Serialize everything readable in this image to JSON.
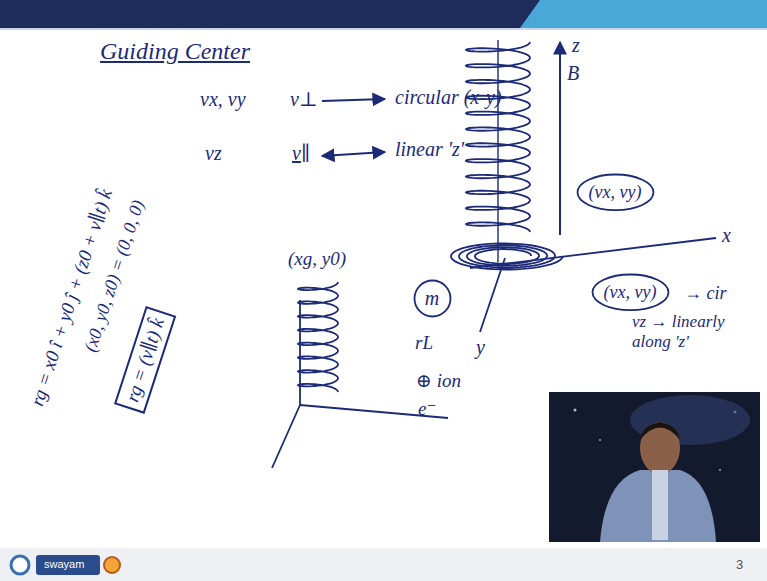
{
  "diagram": {
    "title": "Guiding Center",
    "nodes": [
      {
        "text": [
          "rg = (v∥t) k̂"
        ]
      },
      {
        "text": [
          "m"
        ]
      },
      {
        "text": [
          "(vx, vy)"
        ]
      },
      {
        "text": [
          "(vx, vy)"
        ]
      }
    ],
    "labels": [
      "vx, vy",
      "v⊥",
      "circular (x-y)",
      "vz",
      "v∥",
      "linear 'z'",
      "rg = x0 î + y0 ĵ + (z0 + v∥t) k̂",
      "(x0, y0, z0) = (0, 0, 0)",
      "(xg, y0)",
      "rL",
      "⊕ ion",
      "e⁻",
      "z",
      "B",
      "x",
      "y",
      "→ cir",
      "vz → linearly along 'z'",
      "swayam",
      "3"
    ]
  }
}
